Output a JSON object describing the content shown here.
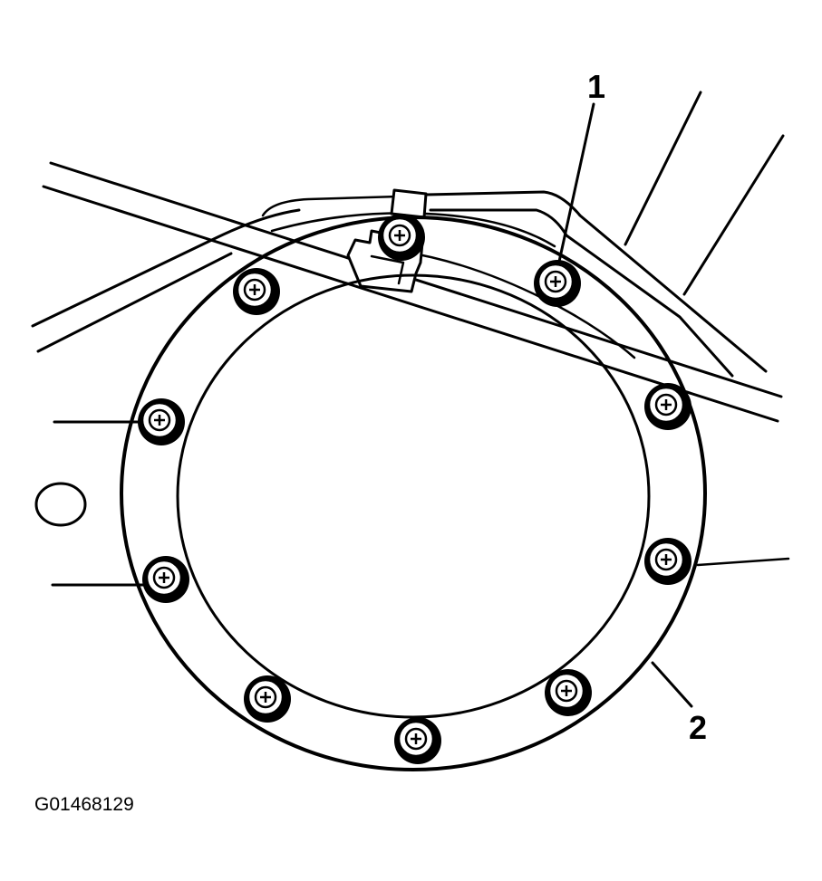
{
  "callouts": [
    {
      "number": "1"
    },
    {
      "number": "2"
    }
  ],
  "figure_id": "G01468129",
  "colors": {
    "ink": "#000000",
    "paper": "#ffffff"
  }
}
